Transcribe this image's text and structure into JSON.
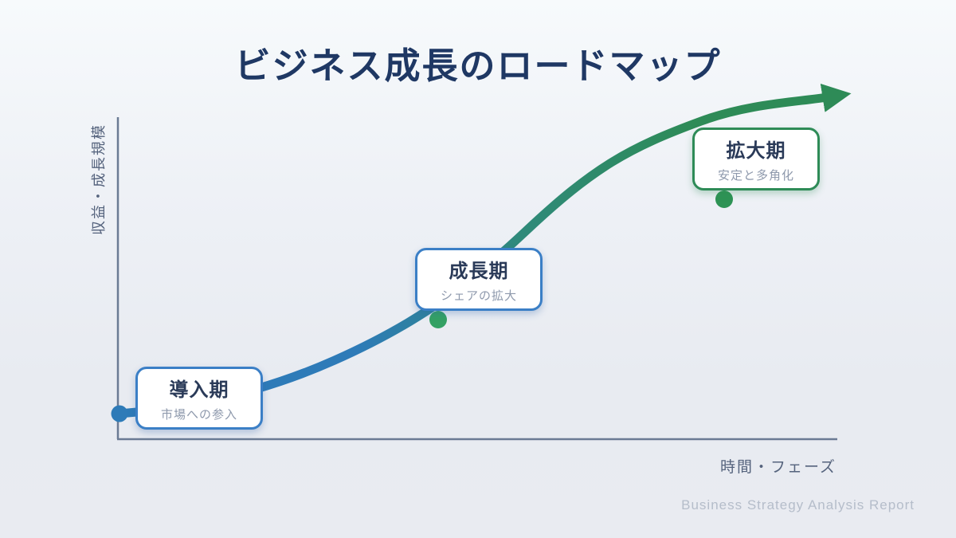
{
  "slide": {
    "title": "ビジネス成長のロードマップ",
    "footer": "Business Strategy Analysis Report"
  },
  "axes": {
    "y_label": "収益・成長規模",
    "x_label": "時間・フェーズ",
    "axis_color": "#6b7b94"
  },
  "stages": [
    {
      "name": "導入期",
      "description": "市場への参入",
      "accent_color": "#3b7fc6",
      "dot_color": "#2e7bb8"
    },
    {
      "name": "成長期",
      "description": "シェアの拡大",
      "accent_color": "#3b7fc6",
      "dot_color": "#34a164"
    },
    {
      "name": "拡大期",
      "description": "安定と多角化",
      "accent_color": "#2e8b57",
      "dot_color": "#2e9355"
    }
  ],
  "curve": {
    "start_color": "#2e7bb8",
    "mid_color": "#2f8a7a",
    "end_color": "#2e8b57"
  },
  "colors": {
    "title_text": "#1f3864",
    "stage_name_text": "#2a3a58",
    "stage_desc_text": "#8e99ac",
    "axis_label_text": "#55637d",
    "footer_text": "#b5bdca",
    "background_top": "#f7fafc",
    "background_bottom": "#e8ebf1"
  }
}
